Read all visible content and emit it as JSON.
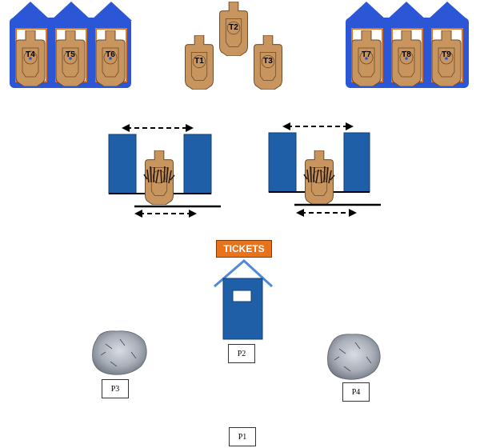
{
  "targets": {
    "center": [
      "T1",
      "T2",
      "T3"
    ],
    "left_tower": [
      "T4",
      "T5",
      "T6"
    ],
    "right_tower": [
      "T7",
      "T8",
      "T9"
    ]
  },
  "booth": {
    "sign": "TICKETS"
  },
  "positions": {
    "p1": "P1",
    "p2": "P2",
    "p3": "P3",
    "p4": "P4"
  },
  "colors": {
    "target": "#c8955f",
    "tower_blue": "#2b57d6",
    "panel_blue": "#1f5fa8",
    "roof_blue": "#4f8ad6",
    "tickets": "#e8731a"
  }
}
